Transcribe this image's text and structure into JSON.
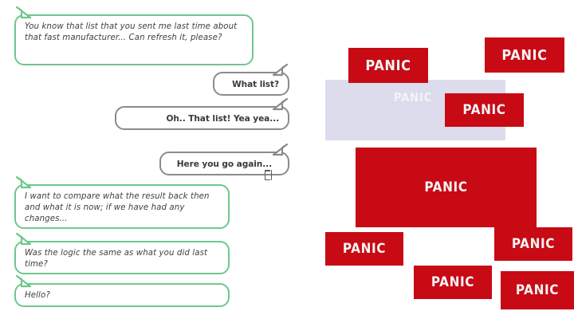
{
  "slide": {
    "background_color": "#ffffff",
    "panic_color": "#c80a14",
    "panic_text_color": "#f4f4f4",
    "bubble_incoming_border": "#6ec78c",
    "bubble_outgoing_border": "#8b8b8b",
    "lavender_block_color": "#dcdced"
  },
  "conversation": {
    "messages": [
      {
        "id": "msg-1",
        "side": "incoming",
        "text": "You know that list that you sent me last time about that fast manufacturer... Can refresh it, please?"
      },
      {
        "id": "msg-2",
        "side": "outgoing",
        "text": "What list?"
      },
      {
        "id": "msg-3",
        "side": "outgoing",
        "text": "Oh.. That list! Yea yea..."
      },
      {
        "id": "msg-4",
        "side": "outgoing",
        "text": "Here you go again..."
      },
      {
        "id": "msg-5",
        "side": "incoming",
        "text": "I want to compare what the result back then and what it is now; if we have had any changes..."
      },
      {
        "id": "msg-6",
        "side": "incoming",
        "text": "Was the logic the same as what you did last time?"
      },
      {
        "id": "msg-7",
        "side": "incoming",
        "text": "Hello?"
      }
    ]
  },
  "panic_layer": {
    "labels": {
      "top_left": "PANIC",
      "top_right": "PANIC",
      "ghost_middle": "PANIC",
      "mid_right": "PANIC",
      "big_center": "PANIC",
      "bottom_left": "PANIC",
      "bottom_middle": "PANIC",
      "right_upper": "PANIC",
      "right_lower": "PANIC"
    }
  }
}
